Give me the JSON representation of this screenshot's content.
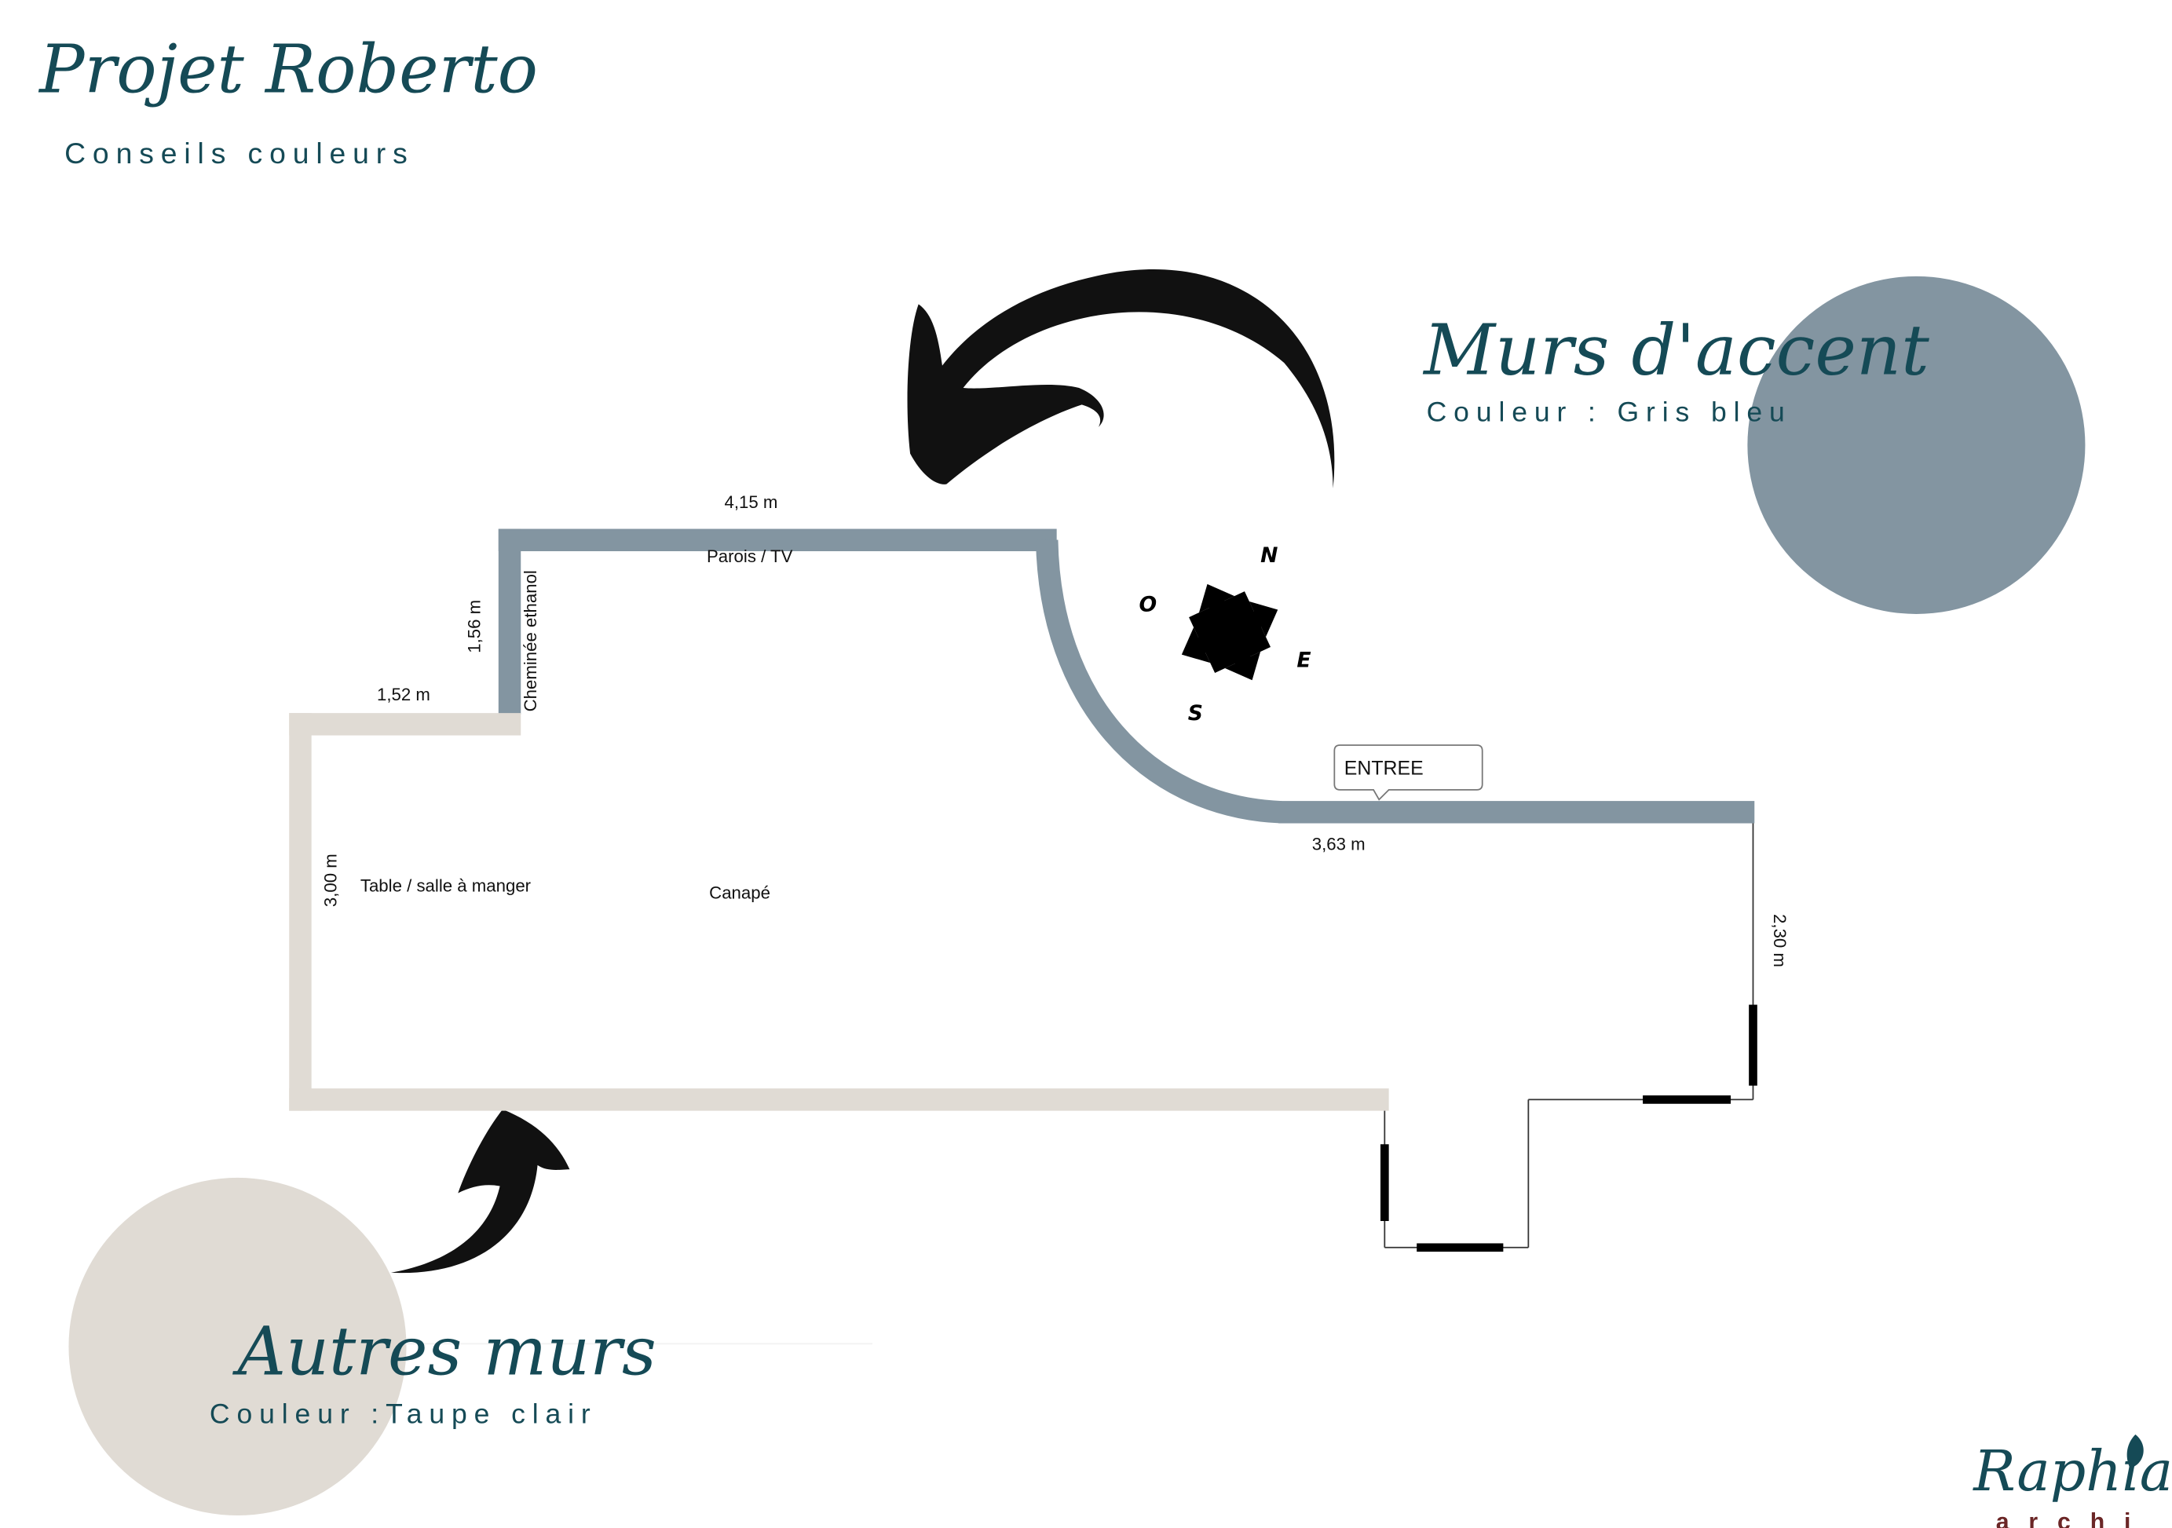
{
  "header": {
    "title": "Projet Roberto",
    "subtitle": "Conseils couleurs"
  },
  "accent": {
    "title": "Murs d'accent",
    "color_label": "Couleur : Gris bleu",
    "color": "#8395a1"
  },
  "other": {
    "title": "Autres murs",
    "color_label": "Couleur :Taupe clair",
    "color": "#e0dbd4"
  },
  "plan": {
    "dim_top": "4,15 m",
    "dim_left_short": "1,56 m",
    "dim_step": "1,52 m",
    "dim_left": "3,00 m",
    "dim_entry": "3,63 m",
    "dim_right": "2,30 m",
    "label_tv": "Parois / TV",
    "label_fireplace": "Cheminée ethanol",
    "label_table": "Table / salle à manger",
    "label_sofa": "Canapé",
    "label_entry": "ENTREE"
  },
  "compass": {
    "north": "N",
    "east": "E",
    "south": "S",
    "west": "O"
  },
  "logo": {
    "name": "Raphia",
    "sub": "archi",
    "colors": {
      "teal": "#154a56",
      "maroon": "#6b2626"
    }
  }
}
